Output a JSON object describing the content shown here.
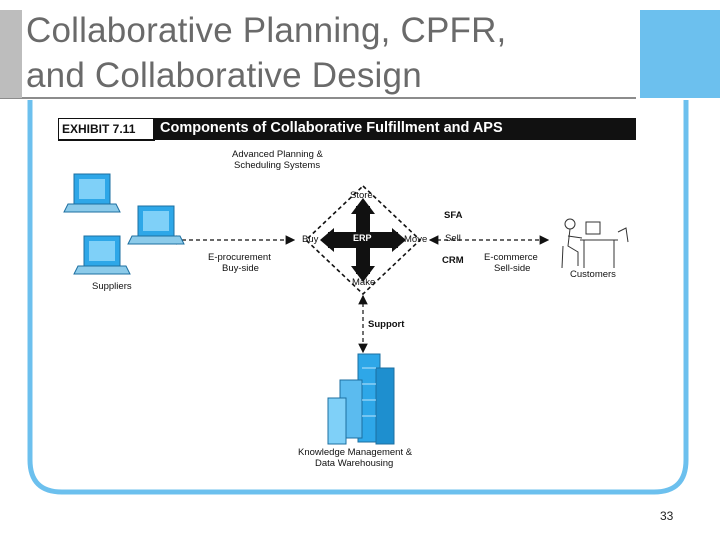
{
  "slide": {
    "title_line1": "Collaborative Planning, CPFR,",
    "title_line2": "and Collaborative Design",
    "page_number": "33",
    "colors": {
      "frame_blue": "#6cc0ee",
      "title_gray": "#6a6a6a",
      "icon_blue": "#2ea7e8"
    }
  },
  "exhibit": {
    "number": "EXHIBIT 7.11",
    "title": "Components of Collaborative Fulfillment and APS"
  },
  "diagram": {
    "aps_line1": "Advanced Planning &",
    "aps_line2": "Scheduling Systems",
    "store": "Store",
    "buy": "Buy",
    "erp": "ERP",
    "move": "Move",
    "make": "Make",
    "sfa": "SFA",
    "sell": "Sell",
    "crm": "CRM",
    "eproc_line1": "E-procurement",
    "eproc_line2": "Buy-side",
    "ecom_line1": "E-commerce",
    "ecom_line2": "Sell-side",
    "suppliers": "Suppliers",
    "customers": "Customers",
    "support": "Support",
    "km_line1": "Knowledge Management &",
    "km_line2": "Data Warehousing"
  }
}
